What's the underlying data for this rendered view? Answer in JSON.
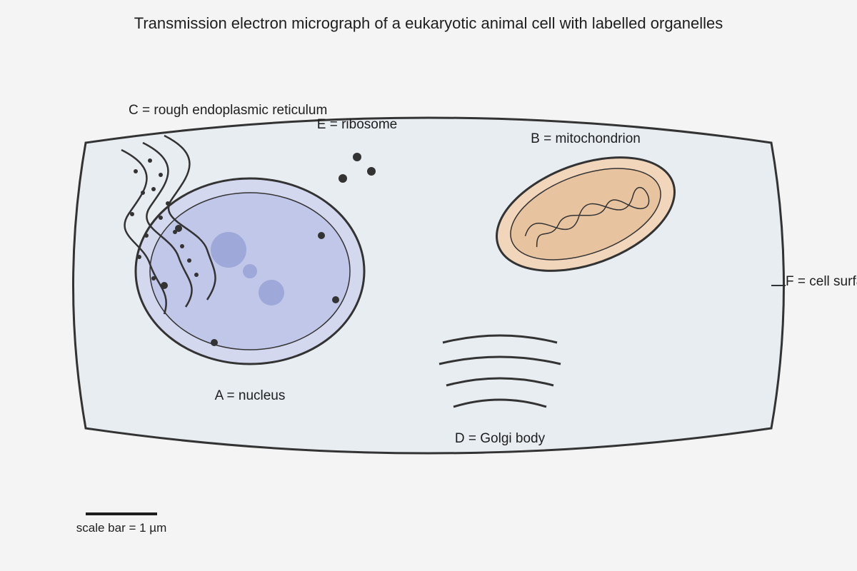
{
  "title": "Transmission electron micrograph of a eukaryotic animal cell with labelled organelles",
  "labels": {
    "nucleus": "A = nucleus",
    "mitochondrion": "B = mitochondrion",
    "rough_er": "C = rough endoplasmic reticulum",
    "golgi": "D = Golgi body",
    "ribosome": "E = ribosome",
    "cell_surface": "F = cell surface membrane"
  },
  "scale_bar": {
    "label": "scale bar = 1 µm"
  },
  "colors": {
    "background": "#f4f4f4",
    "cytoplasm": "#e8edf2",
    "outline": "#333333",
    "nucleus_envelope": "#d3d8ef",
    "nucleoplasm": "#c0c7e8",
    "nucleolus": "#9ea8d9",
    "mitochondrion_outer": "#f2d6bb",
    "mitochondrion_matrix": "#e8c3a0"
  }
}
